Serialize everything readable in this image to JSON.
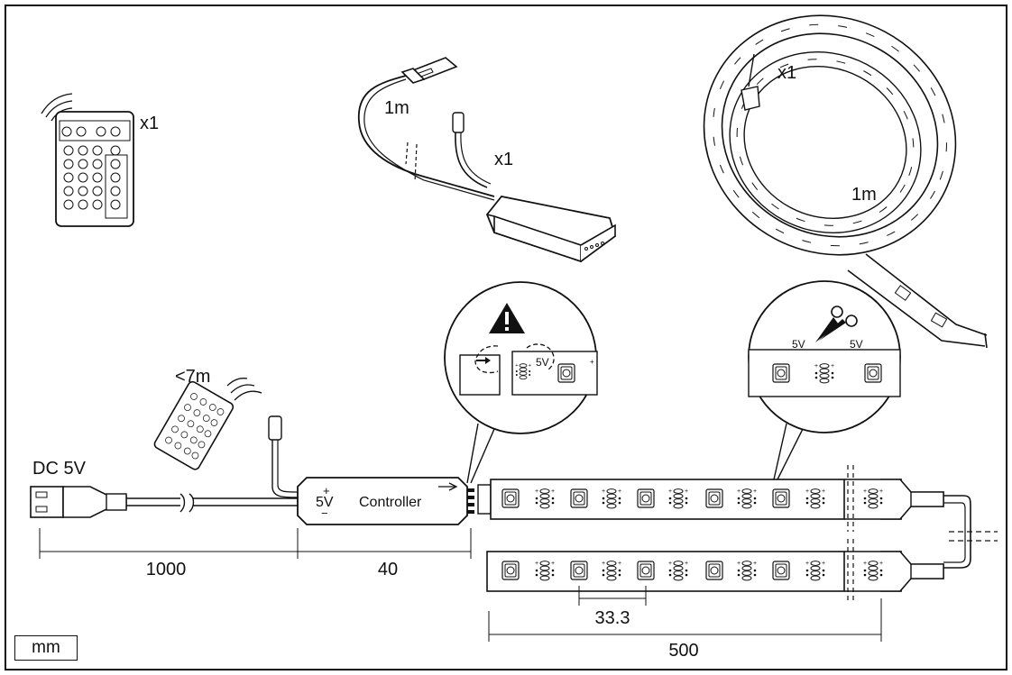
{
  "remote_package": {
    "qty": "x1"
  },
  "controller_package": {
    "cable_length": "1m",
    "qty": "x1"
  },
  "strip_package": {
    "qty": "x1",
    "length": "1m"
  },
  "remote_range": "<7m",
  "power_label": "DC 5V",
  "controller": {
    "label": "Controller",
    "polarity_plus": "+",
    "voltage": "5V",
    "polarity_minus": "−"
  },
  "warning_detail": {
    "voltage": "5V"
  },
  "cut_detail": {
    "voltage_left": "5V",
    "voltage_right": "5V"
  },
  "dimensions": {
    "cable": "1000",
    "controller": "40",
    "led_pitch": "33.3",
    "strip_segment": "500"
  },
  "units": "mm",
  "colors": {
    "line": "#111111",
    "background": "#ffffff"
  },
  "icons": [
    "remote-icon",
    "usb-plug-icon",
    "controller-box-icon",
    "led-strip-reel-icon",
    "warning-icon",
    "scissors-icon",
    "arrow-icon"
  ]
}
